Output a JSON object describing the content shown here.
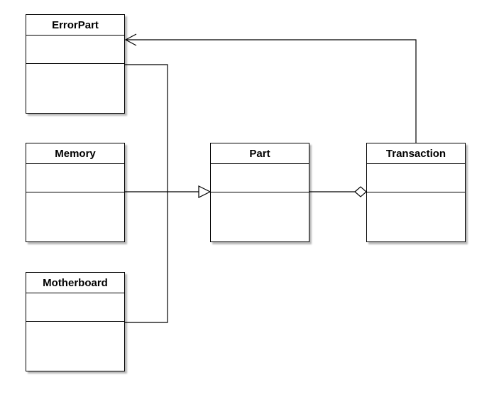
{
  "diagram": {
    "classes": [
      {
        "id": "errorpart",
        "name": "ErrorPart"
      },
      {
        "id": "memory",
        "name": "Memory"
      },
      {
        "id": "motherboard",
        "name": "Motherboard"
      },
      {
        "id": "part",
        "name": "Part"
      },
      {
        "id": "transaction",
        "name": "Transaction"
      }
    ],
    "relationships": [
      {
        "type": "generalization",
        "from": "ErrorPart",
        "to": "Part"
      },
      {
        "type": "generalization",
        "from": "Memory",
        "to": "Part"
      },
      {
        "type": "generalization",
        "from": "Motherboard",
        "to": "Part"
      },
      {
        "type": "aggregation",
        "from": "Part",
        "to": "Transaction"
      },
      {
        "type": "association",
        "from": "Transaction",
        "to": "ErrorPart"
      }
    ],
    "colors": {
      "line": "#000000",
      "fill": "#ffffff"
    }
  }
}
